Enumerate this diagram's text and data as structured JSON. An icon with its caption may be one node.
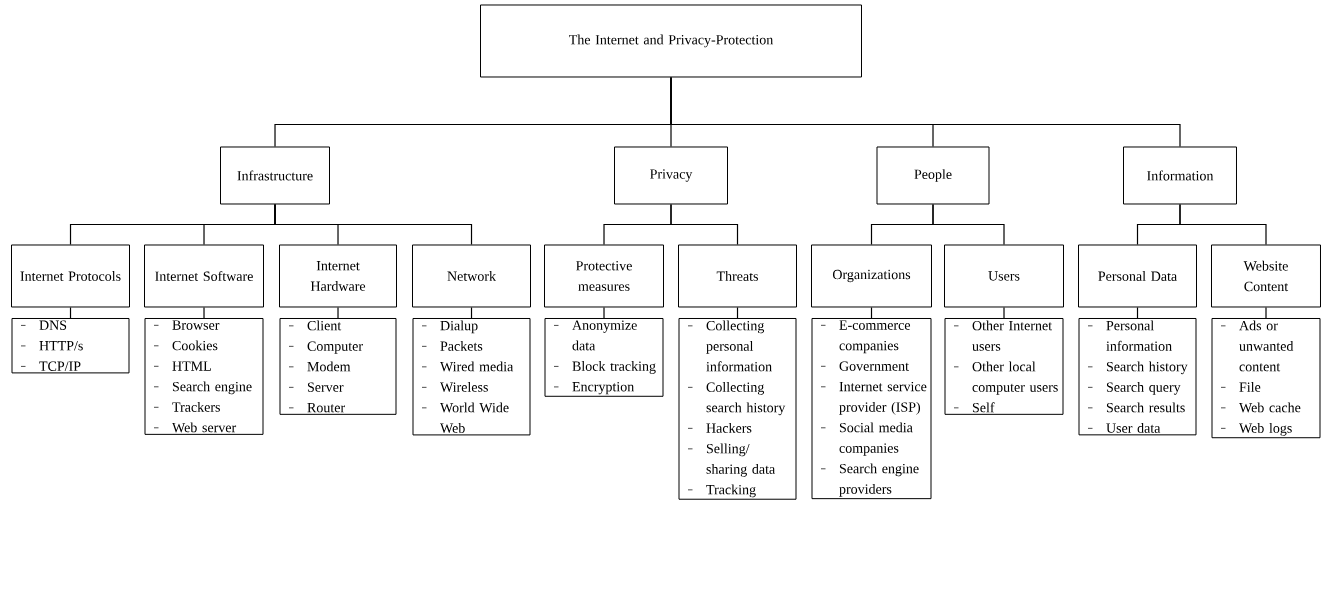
{
  "diagram": {
    "nodes": [
      {
        "text": [
          "The Internet and Privacy-Protection"
        ]
      },
      {
        "text": [
          "Infrastructure"
        ]
      },
      {
        "text": [
          "Privacy"
        ]
      },
      {
        "text": [
          "People"
        ]
      },
      {
        "text": [
          "Information"
        ]
      },
      {
        "text": [
          "Internet Protocols"
        ]
      },
      {
        "text": [
          "Internet Software"
        ]
      },
      {
        "text": [
          "Internet Hardware"
        ]
      },
      {
        "text": [
          "Network"
        ]
      },
      {
        "text": [
          "Protective measures"
        ]
      },
      {
        "text": [
          "Threats"
        ]
      },
      {
        "text": [
          "Organizations"
        ]
      },
      {
        "text": [
          "Users"
        ]
      },
      {
        "text": [
          "Personal Data"
        ]
      },
      {
        "text": [
          "Website Content"
        ]
      },
      {
        "text": [
          "DNS",
          "HTTP/s",
          "TCP/IP"
        ]
      },
      {
        "text": [
          "Browser",
          "Cookies",
          "HTML",
          "Search engine",
          "Trackers",
          "Web server"
        ]
      },
      {
        "text": [
          "Client",
          "Computer",
          "Modem",
          "Server",
          "Router"
        ]
      },
      {
        "text": [
          "Dialup",
          "Packets",
          "Wired media",
          "Wireless",
          "World Wide Web"
        ]
      },
      {
        "text": [
          "Anonymize data",
          "Block tracking",
          "Encryption"
        ]
      },
      {
        "text": [
          "Collecting personal information",
          "Collecting search history",
          "Hackers",
          "Selling/ sharing data",
          "Tracking"
        ]
      },
      {
        "text": [
          "E-commerce companies",
          "Government",
          "Internet service provider (ISP)",
          "Social media companies",
          "Search engine providers"
        ]
      },
      {
        "text": [
          "Other Internet users",
          "Other local computer users",
          "Self"
        ]
      },
      {
        "text": [
          "Personal information",
          "Search history",
          "Search query",
          "Search results",
          "User data"
        ]
      },
      {
        "text": [
          "Ads or unwanted content",
          "File",
          "Web cache",
          "Web logs"
        ]
      }
    ],
    "edges": [
      {
        "from": 0,
        "to": 1,
        "arrow": "none"
      },
      {
        "from": 0,
        "to": 2,
        "arrow": "none"
      },
      {
        "from": 0,
        "to": 3,
        "arrow": "none"
      },
      {
        "from": 0,
        "to": 4,
        "arrow": "none"
      },
      {
        "from": 1,
        "to": 5,
        "arrow": "none"
      },
      {
        "from": 1,
        "to": 6,
        "arrow": "none"
      },
      {
        "from": 1,
        "to": 7,
        "arrow": "none"
      },
      {
        "from": 1,
        "to": 8,
        "arrow": "none"
      },
      {
        "from": 2,
        "to": 9,
        "arrow": "none"
      },
      {
        "from": 2,
        "to": 10,
        "arrow": "none"
      },
      {
        "from": 3,
        "to": 11,
        "arrow": "none"
      },
      {
        "from": 3,
        "to": 12,
        "arrow": "none"
      },
      {
        "from": 4,
        "to": 13,
        "arrow": "none"
      },
      {
        "from": 4,
        "to": 14,
        "arrow": "none"
      },
      {
        "from": 5,
        "to": 15,
        "arrow": "none"
      },
      {
        "from": 6,
        "to": 16,
        "arrow": "none"
      },
      {
        "from": 7,
        "to": 17,
        "arrow": "none"
      },
      {
        "from": 8,
        "to": 18,
        "arrow": "none"
      },
      {
        "from": 9,
        "to": 19,
        "arrow": "none"
      },
      {
        "from": 10,
        "to": 20,
        "arrow": "none"
      },
      {
        "from": 11,
        "to": 21,
        "arrow": "none"
      },
      {
        "from": 12,
        "to": 22,
        "arrow": "none"
      },
      {
        "from": 13,
        "to": 23,
        "arrow": "none"
      },
      {
        "from": 14,
        "to": 24,
        "arrow": "none"
      }
    ]
  }
}
